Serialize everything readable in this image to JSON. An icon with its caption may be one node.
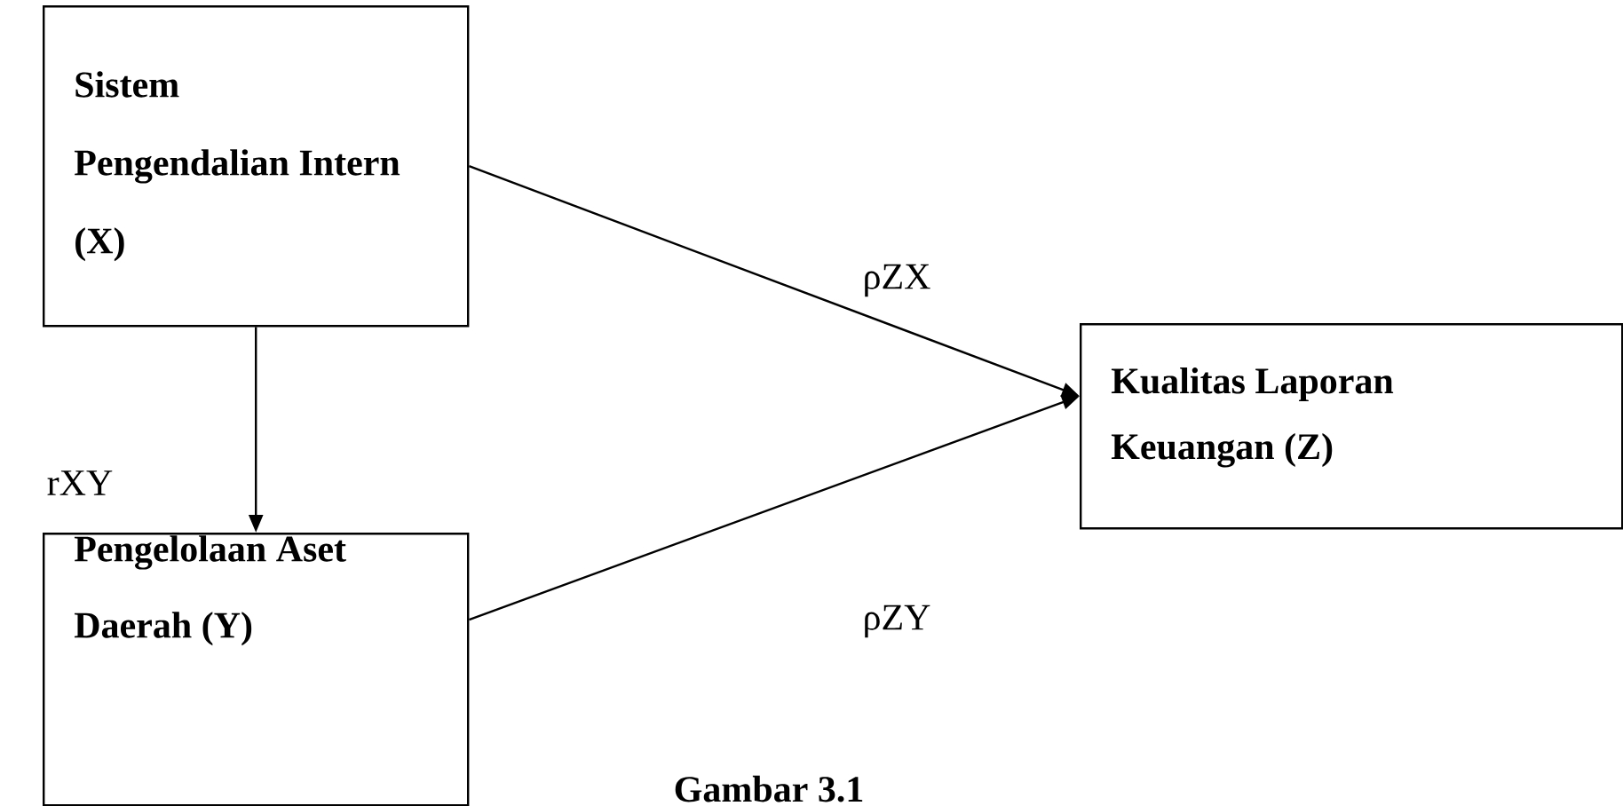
{
  "diagram": {
    "caption": "Gambar 3.1",
    "nodes": [
      {
        "text": [
          "Sistem Pengendalian Intern (X)"
        ]
      },
      {
        "text": [
          "Pengelolaan Aset Daerah (Y)"
        ]
      },
      {
        "text": [
          "Kualitas Laporan Keuangan (Z)"
        ]
      }
    ],
    "edges": [
      {
        "from": 0,
        "to": 1,
        "arrow": "to",
        "label": "rXY"
      },
      {
        "from": 0,
        "to": 2,
        "arrow": "to",
        "label": "ρZX"
      },
      {
        "from": 1,
        "to": 2,
        "arrow": "to",
        "label": "ρZY"
      }
    ]
  }
}
